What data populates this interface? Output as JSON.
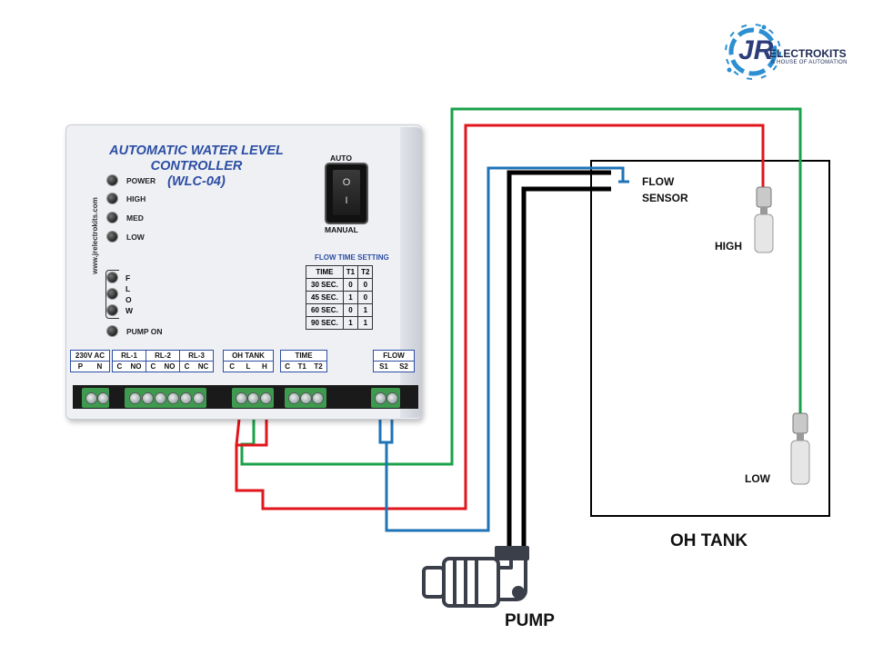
{
  "logo": {
    "monogram": "JR",
    "brand": "ELECTROKITS",
    "tagline": "A HOUSE OF AUTOMATION"
  },
  "controller": {
    "title_line1": "AUTOMATIC WATER LEVEL CONTROLLER",
    "title_line2": "(WLC-04)",
    "website": "www.jrelectrokits.com",
    "leds": {
      "power": "POWER",
      "high": "HIGH",
      "med": "MED",
      "low": "LOW",
      "flow": "F\nL\nO\nW",
      "pump_on": "PUMP ON"
    },
    "switch": {
      "auto_label": "AUTO",
      "manual_label": "MANUAL",
      "symbol_off": "O",
      "symbol_on": "I"
    },
    "flow_time_table": {
      "title": "FLOW TIME SETTING",
      "headers": [
        "TIME",
        "T1",
        "T2"
      ],
      "rows": [
        [
          "30 SEC.",
          "0",
          "0"
        ],
        [
          "45 SEC.",
          "1",
          "0"
        ],
        [
          "60 SEC.",
          "0",
          "1"
        ],
        [
          "90 SEC.",
          "1",
          "1"
        ]
      ]
    },
    "terminals": {
      "power": {
        "head": "230V AC",
        "pins": [
          "P",
          "N"
        ]
      },
      "rl1": {
        "head": "RL-1",
        "pins": [
          "C",
          "NO"
        ]
      },
      "rl2": {
        "head": "RL-2",
        "pins": [
          "C",
          "NO"
        ]
      },
      "rl3": {
        "head": "RL-3",
        "pins": [
          "C",
          "NC"
        ]
      },
      "oh_tank": {
        "head": "OH TANK",
        "pins": [
          "C",
          "L",
          "H"
        ]
      },
      "time": {
        "head": "TIME",
        "pins": [
          "C",
          "T1",
          "T2"
        ]
      },
      "flow": {
        "head": "FLOW",
        "pins": [
          "S1",
          "S2"
        ]
      }
    }
  },
  "labels": {
    "flow_sensor_line1": "FLOW",
    "flow_sensor_line2": "SENSOR",
    "high": "HIGH",
    "low": "LOW",
    "oh_tank": "OH TANK",
    "pump": "PUMP"
  },
  "colors": {
    "wire_green": "#1aa24a",
    "wire_red": "#e0161c",
    "wire_blue": "#1f73b7",
    "pipe_black": "#000000",
    "title_blue": "#2d4ea3"
  }
}
